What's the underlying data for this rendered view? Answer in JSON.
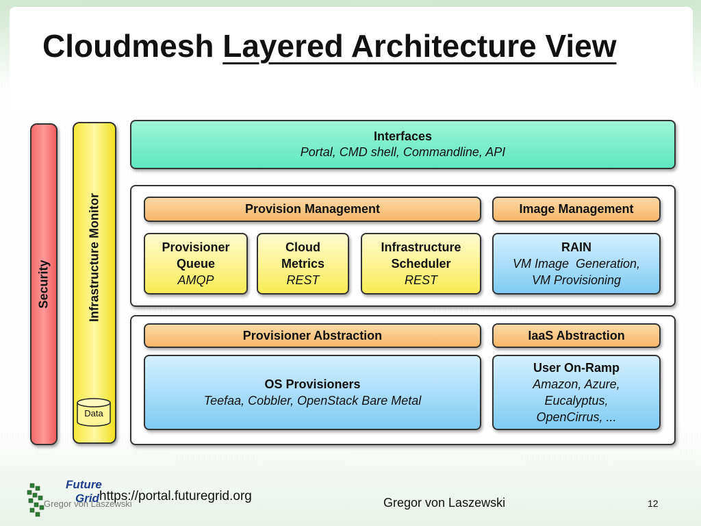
{
  "slide": {
    "title_plain": "Cloudmesh ",
    "title_underlined": "Layered Architecture View"
  },
  "side_bars": {
    "security": "Security",
    "infrastructure_monitor": "Infrastructure Monitor",
    "data_store": "Data"
  },
  "interfaces": {
    "title": "Interfaces",
    "subtitle": "Portal, CMD shell, Commandline, API"
  },
  "management_layer": {
    "provision_management": "Provision Management",
    "image_management": "Image Management",
    "components": [
      {
        "name_line1": "Provisioner",
        "name_line2": "Queue",
        "tech": "AMQP"
      },
      {
        "name_line1": "Cloud",
        "name_line2": "Metrics",
        "tech": "REST"
      },
      {
        "name_line1": "Infrastructure",
        "name_line2": "Scheduler",
        "tech": "REST"
      }
    ],
    "rain": {
      "title": "RAIN",
      "line1": "VM Image  Generation,",
      "line2": "VM Provisioning"
    }
  },
  "abstraction_layer": {
    "provisioner_abstraction": "Provisioner Abstraction",
    "iaas_abstraction": "IaaS Abstraction",
    "os_provisioners": {
      "title": "OS Provisioners",
      "subtitle": "Teefaa, Cobbler, OpenStack Bare Metal"
    },
    "user_on_ramp": {
      "title": "User On-Ramp",
      "line1": "Amazon, Azure,",
      "line2": "Eucalyptus,",
      "line3": "OpenCirrus, ..."
    }
  },
  "footer": {
    "logo_line1": "Future",
    "logo_line2": "Grid",
    "ghost_text": "Gregor von Laszewski",
    "url": "https://portal.futuregrid.org",
    "author": "Gregor von Laszewski",
    "page_number": "12"
  },
  "colors": {
    "interfaces": "#5ee8c0",
    "orange": "#f7b76a",
    "yellow": "#f8ec55",
    "blue": "#80cbf3",
    "security": "#f26a6a",
    "monitor": "#f5e83a"
  }
}
